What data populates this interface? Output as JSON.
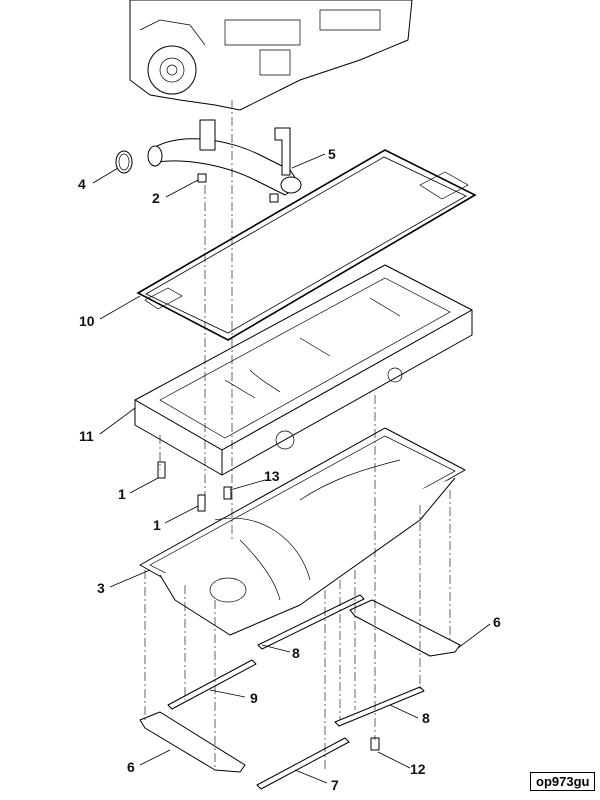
{
  "figure_id": "op973gu",
  "callouts": {
    "c1a": "1",
    "c1b": "1",
    "c2": "2",
    "c3": "3",
    "c4": "4",
    "c5": "5",
    "c6a": "6",
    "c6b": "6",
    "c7": "7",
    "c8a": "8",
    "c8b": "8",
    "c9": "9",
    "c10": "10",
    "c11": "11",
    "c12": "12",
    "c13": "13"
  }
}
